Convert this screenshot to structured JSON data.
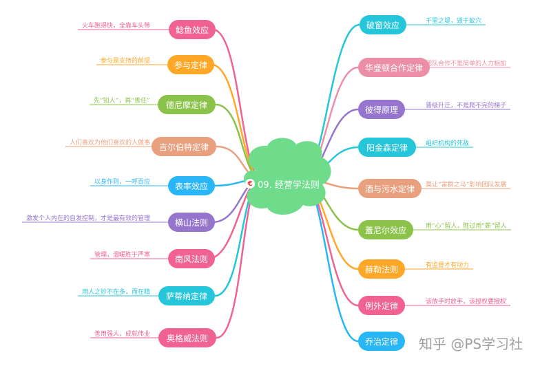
{
  "center": {
    "title": "09. 经营学法则",
    "icon": "euro-coin-icon",
    "color": "#6fdc8c"
  },
  "left_branches": [
    {
      "label": "鲶鱼效应",
      "desc": "火车跑得快，全靠车头带",
      "color": "#f06292"
    },
    {
      "label": "参与定律",
      "desc": "参与是支持的前提",
      "color": "#ffa726"
    },
    {
      "label": "德尼摩定律",
      "desc": "先“知人”，再“善任”",
      "color": "#8bc34a"
    },
    {
      "label": "吉尔伯特定律",
      "desc": "人们喜欢为他们喜欢的人做事",
      "color": "#e8a07e"
    },
    {
      "label": "表率效应",
      "desc": "以身作则，一呼百应",
      "color": "#29b6f6"
    },
    {
      "label": "横山法则",
      "desc": "激发个人内在的自发控制，才是最有效的管理",
      "color": "#9575cd"
    },
    {
      "label": "南风法则",
      "desc": "管理，温暖胜于严寒",
      "color": "#f06292"
    },
    {
      "label": "萨蒂纳定律",
      "desc": "用人之妙不在多，而在精",
      "color": "#26c6da"
    },
    {
      "label": "奥格威法则",
      "desc": "善用强人，成就伟业",
      "color": "#f06292"
    }
  ],
  "right_branches": [
    {
      "label": "破窗效应",
      "desc": "千里之堤，毁于蚁穴",
      "color": "#26c6da"
    },
    {
      "label": "华盛顿合作定律",
      "desc": "团队合作不是简单的人力相加",
      "color": "#ec8fa6"
    },
    {
      "label": "彼得原理",
      "desc": "晋级升迁，不是爬不完的梯子",
      "color": "#9575cd"
    },
    {
      "label": "阳金森定律",
      "desc": "组织机构的死敌",
      "color": "#26c6da"
    },
    {
      "label": "酒与污水定律",
      "desc": "莫让“害群之马”影响团队发展",
      "color": "#e8a07e"
    },
    {
      "label": "蓋尼尔效应",
      "desc": "用“心”留人，胜过用“薪”留人",
      "color": "#8bc34a"
    },
    {
      "label": "赫勒法则",
      "desc": "有监督才有动力",
      "color": "#ffa726"
    },
    {
      "label": "例外定律",
      "desc": "该放手时放手，该授权要授权",
      "color": "#f06292"
    },
    {
      "label": "乔治定律",
      "desc": "",
      "color": "#29b6f6"
    }
  ],
  "watermark": "知乎 @PS学习社"
}
